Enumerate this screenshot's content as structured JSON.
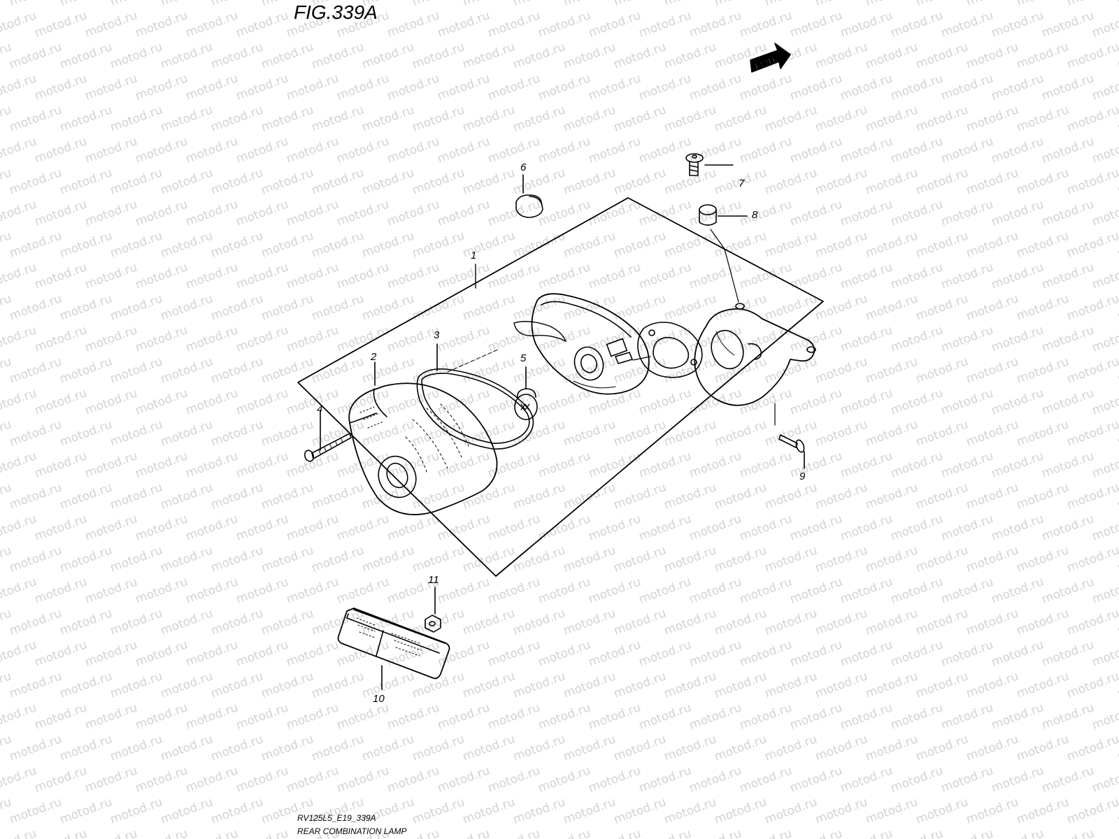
{
  "figure": {
    "title": "FIG.339A",
    "model_code": "RV125L5_E19_339A",
    "name": "REAR COMBINATION LAMP",
    "direction_marker": "FWD"
  },
  "watermark": "motod.ru",
  "callouts": [
    "1",
    "2",
    "3",
    "4",
    "5",
    "6",
    "7",
    "8",
    "9",
    "10",
    "11"
  ],
  "colors": {
    "ink": "#000000",
    "watermark": "#d2d2d2",
    "paper": "#ffffff"
  }
}
